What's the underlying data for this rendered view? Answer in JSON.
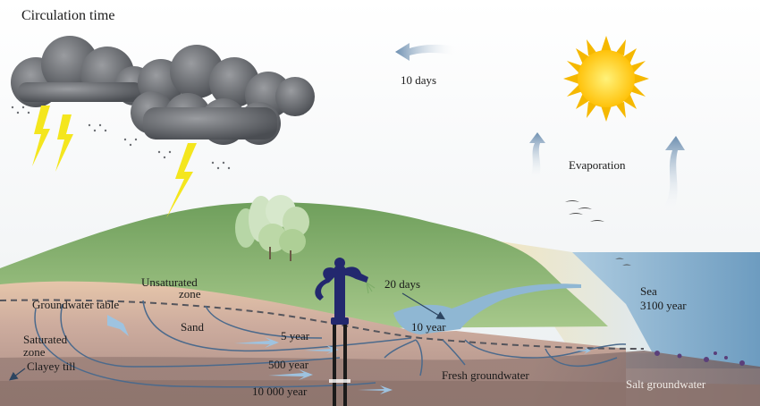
{
  "title": "Circulation time",
  "labels": {
    "ten_days": "10 days",
    "evaporation": "Evaporation",
    "twenty_days": "20 days",
    "ten_year": "10 year",
    "sea": "Sea",
    "sea_time": "3100 year",
    "unsaturated_zone_1": "Unsaturated",
    "unsaturated_zone_2": "zone",
    "groundwater_table": "Groundwater table",
    "sand": "Sand",
    "saturated_zone_1": "Saturated",
    "saturated_zone_2": "zone",
    "clayey_till": "Clayey till",
    "five_year": "5 year",
    "five_hundred_year": "500 year",
    "ten_thousand_year": "10 000 year",
    "fresh_groundwater": "Fresh groundwater",
    "salt_groundwater": "Salt groundwater"
  },
  "colors": {
    "sky": "#ffffff",
    "hill_green": "#7fae6a",
    "sea_blue": "#8fb7d3",
    "sand": "#e8c9a5",
    "soil_upper": "#c7a596",
    "soil_lower": "#a98a82",
    "till": "#8f7670",
    "sun": "#ffd21a",
    "cloud": "#5f6266",
    "lightning": "#f4e61e",
    "pump": "#23286e",
    "flow_arrow": "#4b6a8c"
  }
}
